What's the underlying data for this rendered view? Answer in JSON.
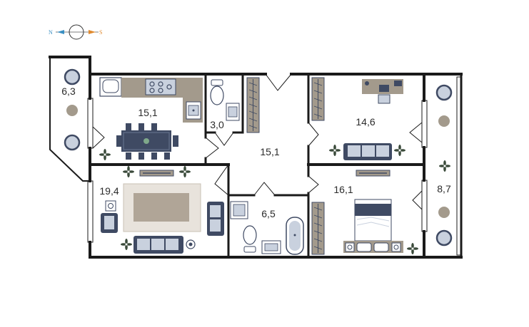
{
  "compass": {
    "north_label": "N",
    "south_label": "S",
    "north_color": "#3a8fc2",
    "south_color": "#e08a2e"
  },
  "rooms": [
    {
      "id": "balcony-left",
      "area": "6,3"
    },
    {
      "id": "kitchen",
      "area": "15,1"
    },
    {
      "id": "toilet",
      "area": "3,0"
    },
    {
      "id": "hall",
      "area": "15,1"
    },
    {
      "id": "study",
      "area": "14,6"
    },
    {
      "id": "living",
      "area": "19,4"
    },
    {
      "id": "bathroom",
      "area": "6,5"
    },
    {
      "id": "bedroom",
      "area": "16,1"
    },
    {
      "id": "balcony-right",
      "area": "8,7"
    }
  ],
  "colors": {
    "wall": "#1a1a1a",
    "furniture_navy": "#3f4a63",
    "furniture_gray": "#a39a8c",
    "furniture_light": "#c9d1de",
    "plant": "#3a4a3a",
    "rug": "#b0a597"
  }
}
